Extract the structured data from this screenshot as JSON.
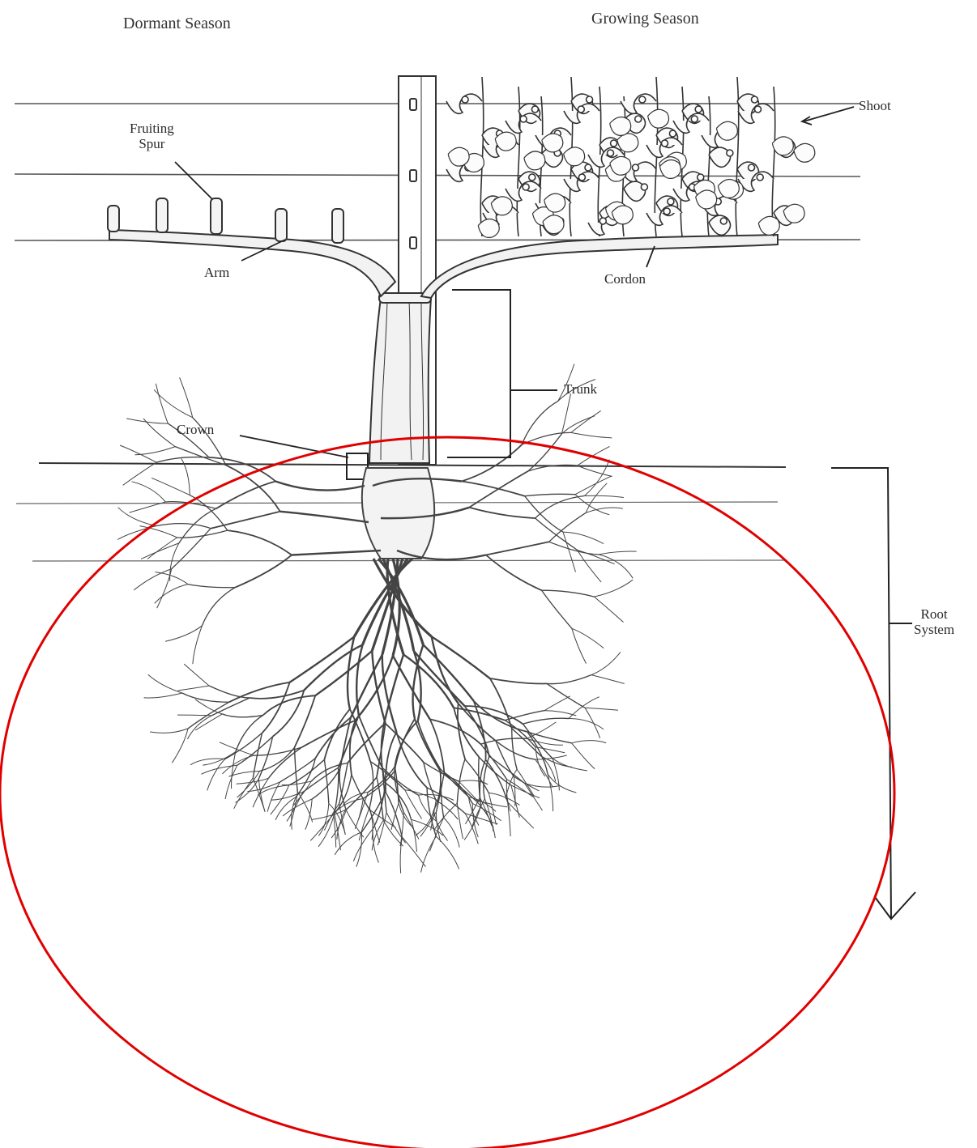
{
  "headings": {
    "dormant": "Dormant Season",
    "growing": "Growing Season"
  },
  "labels": {
    "fruiting_spur_line1": "Fruiting",
    "fruiting_spur_line2": "Spur",
    "arm": "Arm",
    "cordon": "Cordon",
    "shoot": "Shoot",
    "trunk": "Trunk",
    "crown": "Crown",
    "root_system_line1": "Root",
    "root_system_line2": "System"
  },
  "highlight": {
    "shape": "ellipse",
    "target": "root system",
    "color": "#e00000"
  },
  "colors": {
    "ink": "#333333",
    "wire": "#555555",
    "highlight": "#e00000"
  }
}
